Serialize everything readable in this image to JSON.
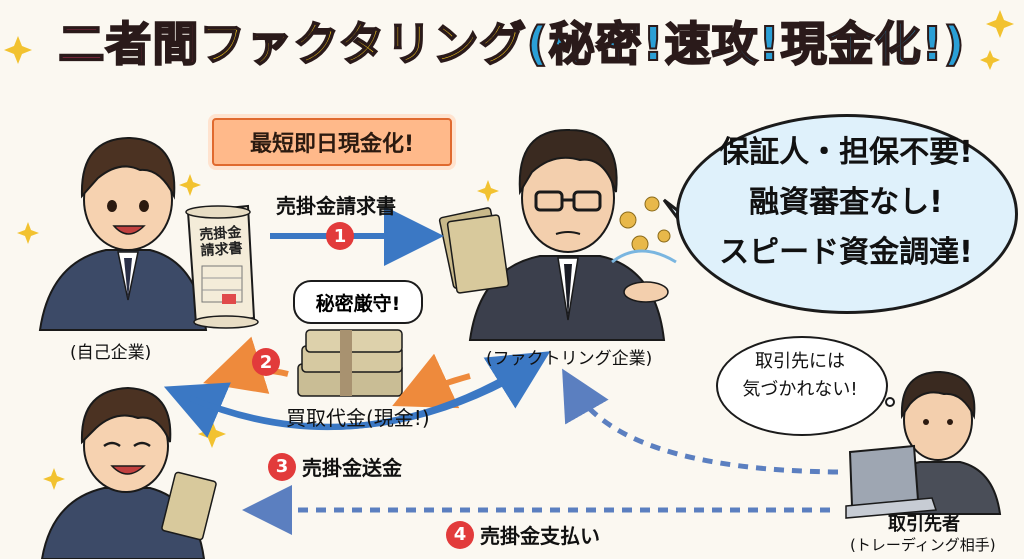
{
  "title": {
    "part1": "二者間",
    "part2": "ファクタリング",
    "part3": "(秘密!速攻!現金化!)"
  },
  "banner": "最短即日現金化!",
  "speech_bubble": {
    "line1": "保証人・担保不要!",
    "line2": "融資審査なし!",
    "line3": "スピード資金調達!"
  },
  "thought_bubble": {
    "line1": "取引先には",
    "line2": "気づかれない!"
  },
  "labels": {
    "own_company": "(自己企業)",
    "factoring_company": "(ファクトリング企業)",
    "trading_partner": "取引先者",
    "trading_partner_sub": "(トレーディング相手)",
    "secret": "秘密厳守!",
    "doc_line1": "売掛金",
    "doc_line2": "請求書"
  },
  "steps": [
    {
      "num": "1",
      "label": "売掛金請求書"
    },
    {
      "num": "2",
      "label": "買取代金(現金!)"
    },
    {
      "num": "3",
      "label": "売掛金送金"
    },
    {
      "num": "4",
      "label": "売掛金支払い"
    }
  ],
  "colors": {
    "arrow_blue": "#3b78c4",
    "arrow_orange": "#ee8a3c",
    "accent_red": "#e23b3b"
  }
}
